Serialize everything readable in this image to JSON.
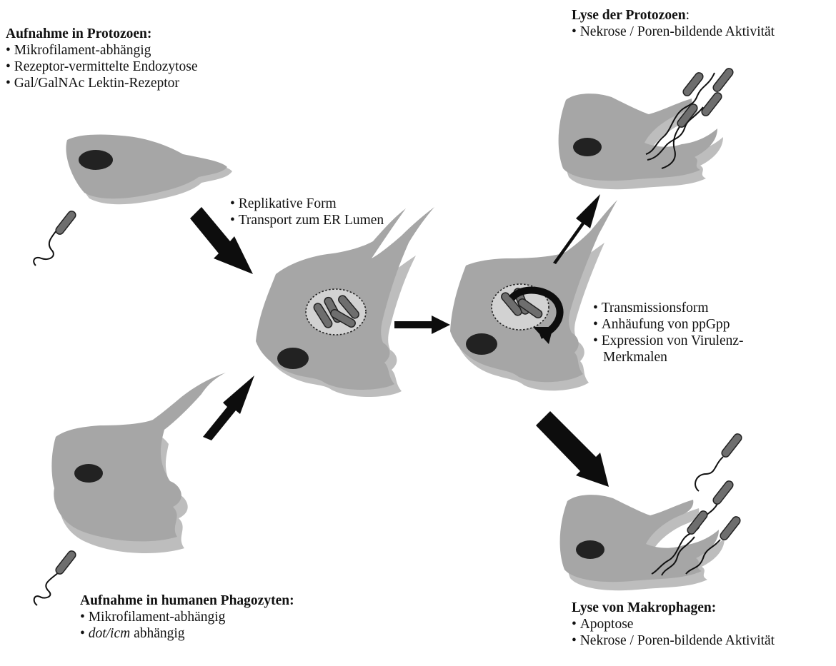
{
  "top_left": {
    "heading": "Aufnahme in Protozoen:",
    "items": [
      "Mikrofilament-abhängig",
      "Rezeptor-vermittelte Endozytose",
      "Gal/GalNAc Lektin-Rezeptor"
    ]
  },
  "top_right": {
    "heading": "Lyse der Protozoen",
    "heading_suffix": ":",
    "items": [
      "Nekrose / Poren-bildende Aktivität"
    ]
  },
  "center_top": {
    "items": [
      "Replikative Form",
      "Transport zum ER Lumen"
    ]
  },
  "center_right": {
    "items": [
      "Transmissionsform",
      "Anhäufung von ppGpp",
      "Expression von Virulenz-"
    ],
    "continuation": "Merkmalen"
  },
  "bottom_left": {
    "heading": "Aufnahme in humanen Phagozyten:",
    "items": [
      "Mikrofilament-abhängig"
    ],
    "italic_item": {
      "italic": "dot/icm",
      "rest": " abhängig"
    }
  },
  "bottom_right": {
    "heading": "Lyse von Makrophagen:",
    "items": [
      "Apoptose",
      "Nekrose / Poren-bildende Aktivität"
    ]
  },
  "colors": {
    "cell": "#a6a6a6",
    "cell_shadow": "#bdbdbd",
    "nucleus": "#222222",
    "arrow": "#0d0d0d",
    "bacterium": "#6e6e6e"
  }
}
